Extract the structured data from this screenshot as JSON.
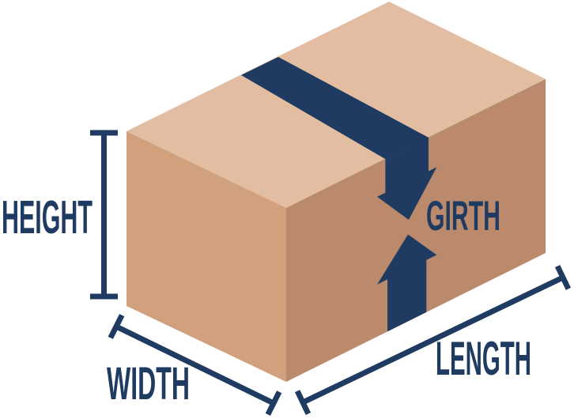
{
  "diagram": {
    "name": "package-dimensions-diagram",
    "labels": {
      "height": "HEIGHT",
      "width": "WIDTH",
      "length": "LENGTH",
      "girth": "GIRTH"
    }
  },
  "colors": {
    "background": "#ffffff",
    "box_top_face": "#e3bda1",
    "box_left_face": "#d1a07c",
    "box_right_face": "#bb8a6c",
    "accent_navy": "#1f3b62"
  }
}
